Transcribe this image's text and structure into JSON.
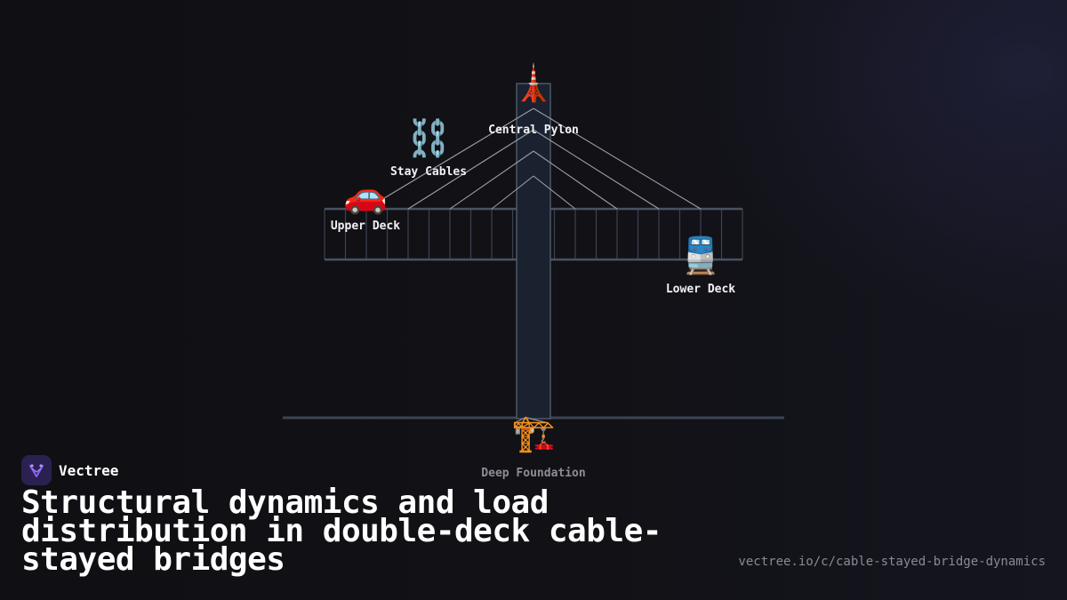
{
  "brand": {
    "name": "Vectree",
    "logo_color": "#8b5cf6"
  },
  "headline": "Structural dynamics and load distribution in double-deck cable-stayed bridges",
  "url": "vectree.io/c/cable-stayed-bridge-dynamics",
  "diagram": {
    "nodes": {
      "pylon": {
        "label": "Central Pylon",
        "icon": "tower-icon",
        "glyph": "🗼"
      },
      "cables": {
        "label": "Stay Cables",
        "icon": "chain-icon",
        "glyph": "⛓️"
      },
      "upper_deck": {
        "label": "Upper Deck",
        "icon": "car-icon",
        "glyph": "🚗"
      },
      "lower_deck": {
        "label": "Lower Deck",
        "icon": "train-icon",
        "glyph": "🚆"
      },
      "foundation": {
        "label": "Deep Foundation",
        "icon": "construction-crane-icon",
        "glyph": "🏗️"
      }
    },
    "colors": {
      "structure": "#3b4452",
      "pylon_fill": "#1a2230",
      "cable": "#9aa0ab"
    }
  }
}
